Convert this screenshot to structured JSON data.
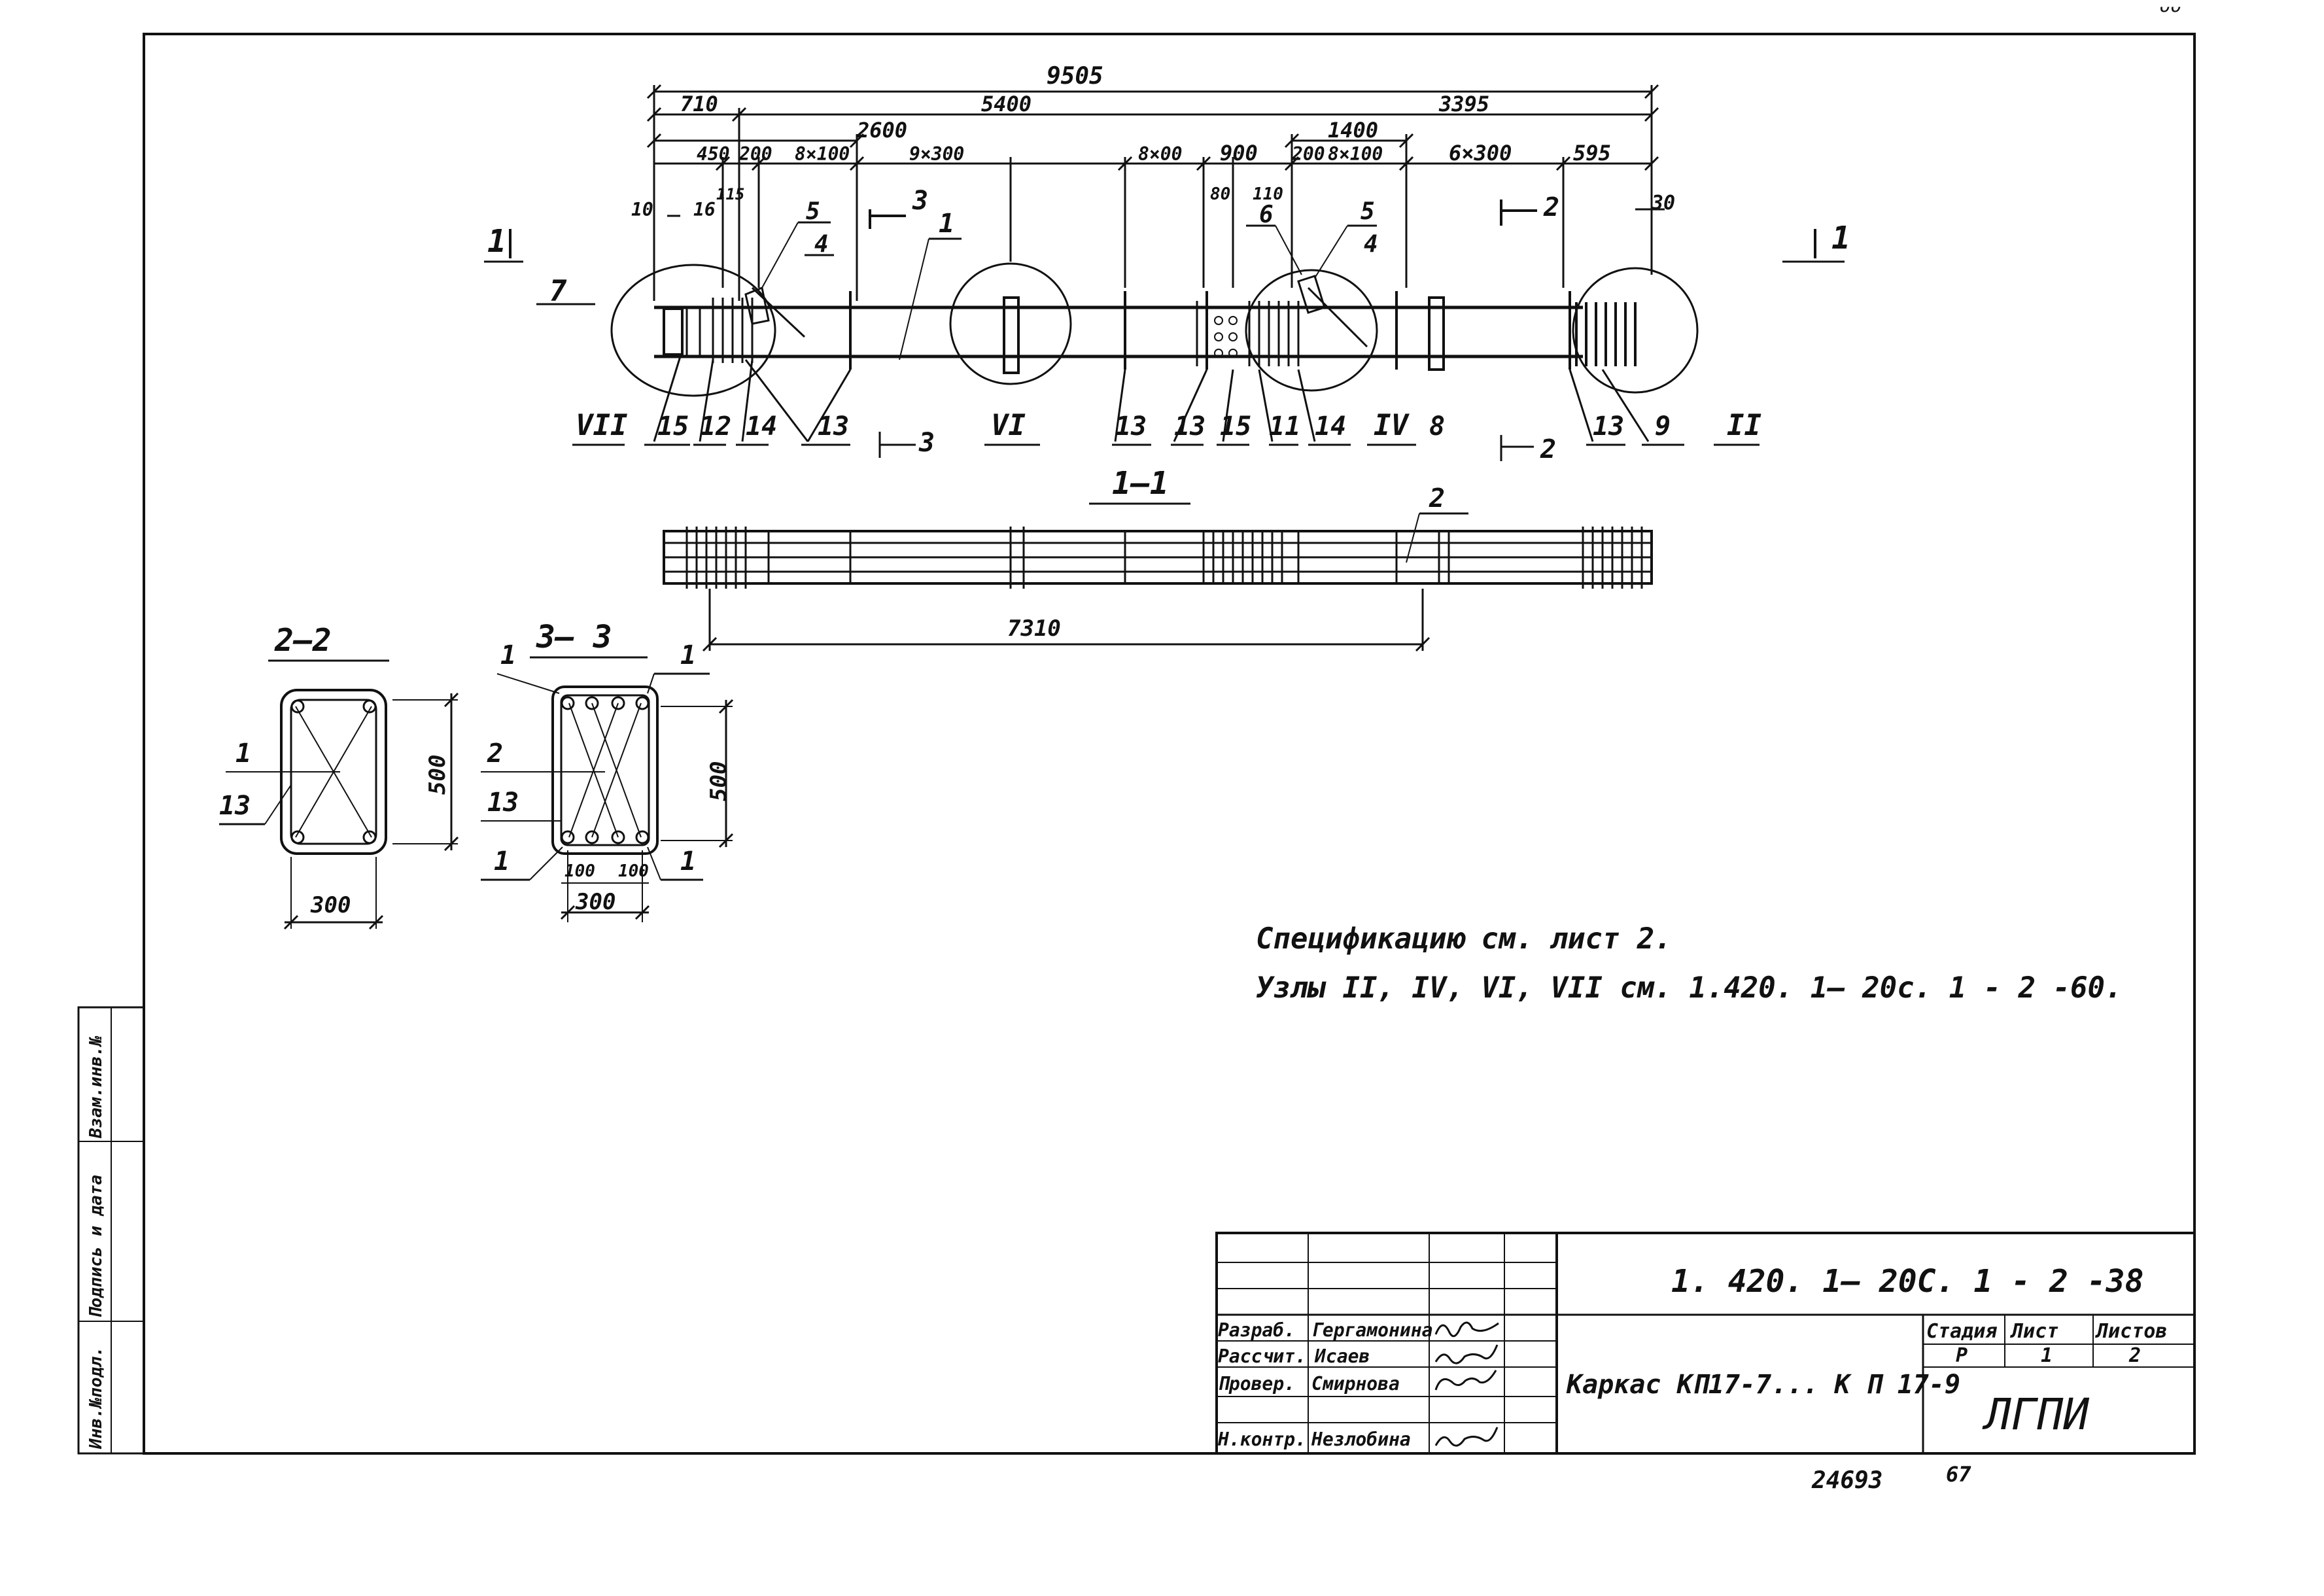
{
  "corner_mark": "ᴗᴗ",
  "elevation": {
    "dims_top": [
      "9505",
      "710",
      "5400",
      "3395",
      "2600",
      "1400"
    ],
    "dims_row3": [
      "450",
      "200",
      "8×100",
      "9×300",
      "8×00",
      "900",
      "200",
      "8×100",
      "6×300",
      "595"
    ],
    "dims_small": [
      "10",
      "16",
      "115",
      "80",
      "110",
      "30"
    ],
    "marks": [
      "1",
      "3",
      "5",
      "4",
      "6",
      "5",
      "4",
      "2",
      "7",
      "1"
    ],
    "nodes": [
      "VII",
      "VI",
      "IV",
      "II"
    ],
    "bottom_labels": [
      "15",
      "12",
      "14",
      "13",
      "13",
      "13",
      "15",
      "11",
      "14",
      "8",
      "13",
      "9",
      "3",
      "2"
    ]
  },
  "section_1_1": {
    "title": "1—1",
    "dim": "7310",
    "mark": "2"
  },
  "section_2_2": {
    "title": "2—2",
    "h": "500",
    "w": "300",
    "marks": [
      "1",
      "13"
    ]
  },
  "section_3_3": {
    "title": "3— 3",
    "h": "500",
    "w": "300",
    "w1": "100",
    "w2": "100",
    "marks": [
      "1",
      "1",
      "2",
      "13",
      "1",
      "1"
    ]
  },
  "notes": {
    "line1": "Спецификацию   см. лист  2.",
    "line2": "Узлы  II, IV, VI, VII  см.  1.420. 1– 20с. 1 - 2 -60."
  },
  "side_stamp": {
    "cells": [
      "Инв.№подл.",
      "Подпись и дата",
      "Взам.инв.№"
    ]
  },
  "title_block": {
    "code": "1. 420.  1–  20С. 1 - 2 -38",
    "title": "Каркас  КП17-7...  К П 17-9",
    "org": "ЛГПИ",
    "roles": [
      "Разраб.",
      "Рассчит.",
      "Провер.",
      "Н.контр."
    ],
    "names": [
      "Гергамонина",
      "Исаев",
      "Смирнова",
      "Незлобина"
    ],
    "stage_head": "Стадия",
    "sheet_head": "Лист",
    "sheets_head": "Листов",
    "stage": "Р",
    "sheet": "1",
    "sheets": "2"
  },
  "footer": {
    "number": "24693",
    "page": "67"
  }
}
